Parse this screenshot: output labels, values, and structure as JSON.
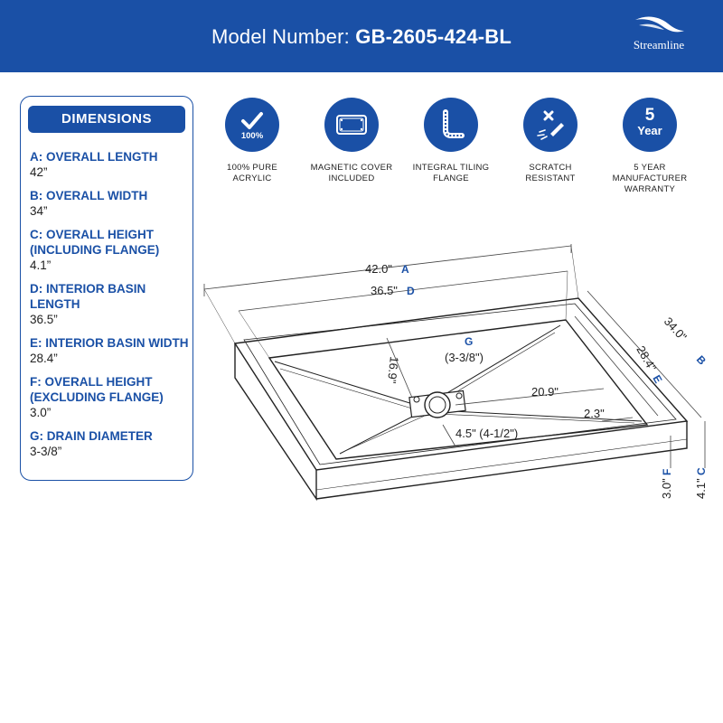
{
  "header": {
    "model_prefix": "Model Number: ",
    "model_number": "GB-2605-424-BL",
    "brand": "Streamline"
  },
  "colors": {
    "brand_blue": "#1a50a6",
    "text": "#222222"
  },
  "dimensions": {
    "title": "DIMENSIONS",
    "items": [
      {
        "label": "A: OVERALL LENGTH",
        "value": "42”"
      },
      {
        "label": "B: OVERALL WIDTH",
        "value": "34”"
      },
      {
        "label": "C: OVERALL HEIGHT (INCLUDING FLANGE)",
        "value": "4.1”"
      },
      {
        "label": "D: INTERIOR BASIN LENGTH",
        "value": "36.5”"
      },
      {
        "label": "E: INTERIOR BASIN WIDTH",
        "value": "28.4”"
      },
      {
        "label": "F: OVERALL HEIGHT (EXCLUDING FLANGE)",
        "value": "3.0”"
      },
      {
        "label": "G: DRAIN DIAMETER",
        "value": "3-3/8”"
      }
    ]
  },
  "features": [
    {
      "icon": "checkmark-100-icon",
      "badge": "100%",
      "label_line1": "100% PURE",
      "label_line2": "ACRYLIC"
    },
    {
      "icon": "magnetic-cover-icon",
      "label_line1": "MAGNETIC COVER",
      "label_line2": "INCLUDED"
    },
    {
      "icon": "tiling-flange-icon",
      "label_line1": "INTEGRAL TILING",
      "label_line2": "FLANGE"
    },
    {
      "icon": "scratch-resistant-icon",
      "label_line1": "SCRATCH",
      "label_line2": "RESISTANT"
    },
    {
      "icon": "warranty-5-year-icon",
      "badge_num": "5",
      "badge_text": "Year",
      "label_line1": "5 YEAR",
      "label_line2": "MANUFACTURER",
      "label_line3": "WARRANTY"
    }
  ],
  "diagram": {
    "overall_length": "42.0\"",
    "letter_a": "A",
    "interior_length": "36.5\"",
    "letter_d": "D",
    "overall_width": "34.0\"",
    "letter_b": "B",
    "interior_width": "28.4\"",
    "letter_e": "E",
    "letter_g": "G",
    "drain_diameter": "(3-3/8\")",
    "drain_to_back": "16.9\"",
    "drain_to_side": "20.9\"",
    "flange_offset": "2.3\"",
    "drain_width": "4.5\" (4-1/2\")",
    "height_excl": "3.0\"",
    "letter_f": "F",
    "height_incl": "4.1\"",
    "letter_c": "C"
  }
}
